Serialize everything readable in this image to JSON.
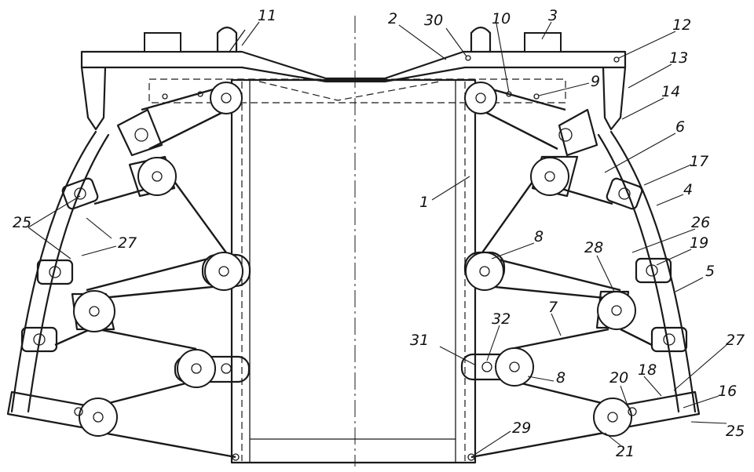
{
  "labels": [
    {
      "text": "11"
    },
    {
      "text": "2"
    },
    {
      "text": "30"
    },
    {
      "text": "10"
    },
    {
      "text": "3"
    },
    {
      "text": "12"
    },
    {
      "text": "13"
    },
    {
      "text": "14"
    },
    {
      "text": "9"
    },
    {
      "text": "6"
    },
    {
      "text": "17"
    },
    {
      "text": "1"
    },
    {
      "text": "4"
    },
    {
      "text": "26"
    },
    {
      "text": "19"
    },
    {
      "text": "8"
    },
    {
      "text": "28"
    },
    {
      "text": "5"
    },
    {
      "text": "25"
    },
    {
      "text": "27"
    },
    {
      "text": "32"
    },
    {
      "text": "7"
    },
    {
      "text": "31"
    },
    {
      "text": "8"
    },
    {
      "text": "27"
    },
    {
      "text": "20"
    },
    {
      "text": "18"
    },
    {
      "text": "16"
    },
    {
      "text": "29"
    },
    {
      "text": "25"
    },
    {
      "text": "21"
    }
  ]
}
